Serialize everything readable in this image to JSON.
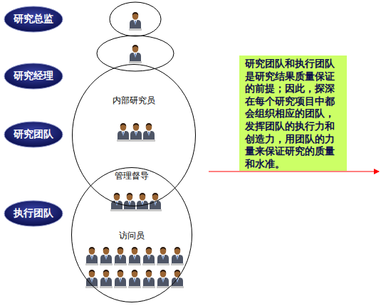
{
  "diagram": {
    "nodes": [
      {
        "text": [
          "研究总监"
        ]
      },
      {
        "text": [
          "研究经理"
        ]
      },
      {
        "text": [
          "研究团队"
        ]
      },
      {
        "text": [
          "执行团队"
        ]
      },
      {
        "text": [
          "内部研究员"
        ]
      },
      {
        "text": [
          "管理督导",
          "访问员"
        ]
      },
      {
        "text": [
          "研究团队和执行团队是研究结果质量保证的前提；因此，探深在每个研究项目中都会组织相应的团队，发挥团队的执行力和创造力，用团队的力量来保证研究的质量和水准。"
        ]
      }
    ]
  }
}
